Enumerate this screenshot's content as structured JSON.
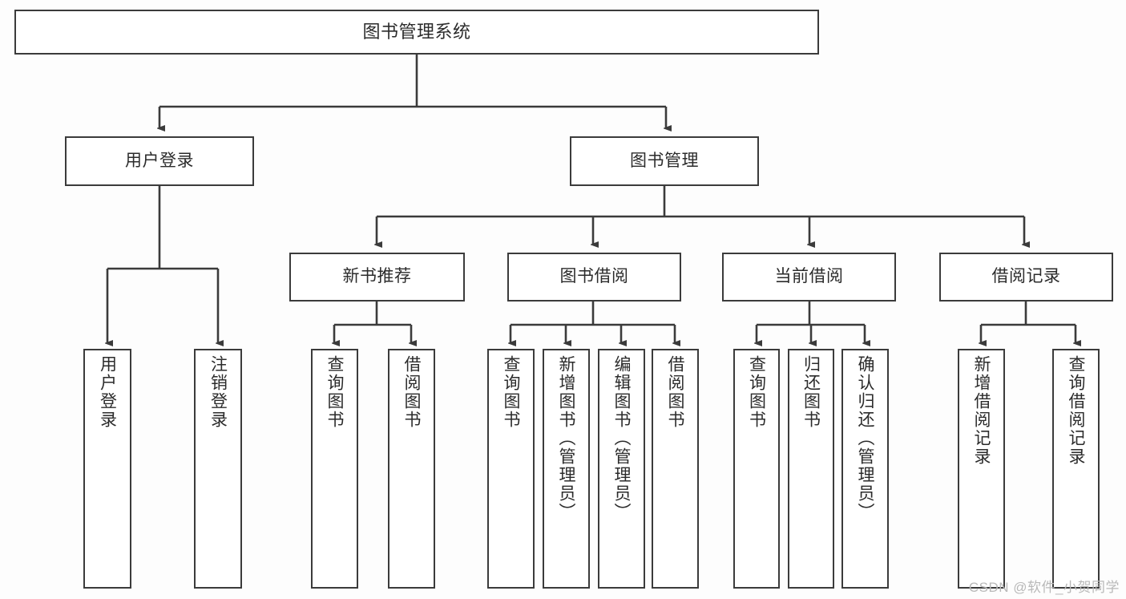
{
  "diagram": {
    "title": "图书管理系统",
    "watermark": "CSDN @软件_小贺同学",
    "colors": {
      "stroke": "#3b3b3b",
      "fill": "#ffffff",
      "text": "#2b2b2b",
      "watermark": "#b9b9b9",
      "background": "#fdfdfd"
    },
    "root": {
      "label": "图书管理系统"
    },
    "level2": [
      {
        "label": "用户登录"
      },
      {
        "label": "图书管理"
      }
    ],
    "level3": [
      {
        "label": "新书推荐"
      },
      {
        "label": "图书借阅"
      },
      {
        "label": "当前借阅"
      },
      {
        "label": "借阅记录"
      }
    ],
    "leaves": {
      "user_login": [
        {
          "label": "用户登录"
        },
        {
          "label": "注销登录"
        }
      ],
      "new_book_recommend": [
        {
          "label": "查询图书"
        },
        {
          "label": "借阅图书"
        }
      ],
      "book_borrow": [
        {
          "label": "查询图书"
        },
        {
          "label": "新增图书（管理员）"
        },
        {
          "label": "编辑图书（管理员）"
        },
        {
          "label": "借阅图书"
        }
      ],
      "current_borrow": [
        {
          "label": "查询图书"
        },
        {
          "label": "归还图书"
        },
        {
          "label": "确认归还（管理员）"
        }
      ],
      "borrow_record": [
        {
          "label": "新增借阅记录"
        },
        {
          "label": "查询借阅记录"
        }
      ]
    }
  }
}
